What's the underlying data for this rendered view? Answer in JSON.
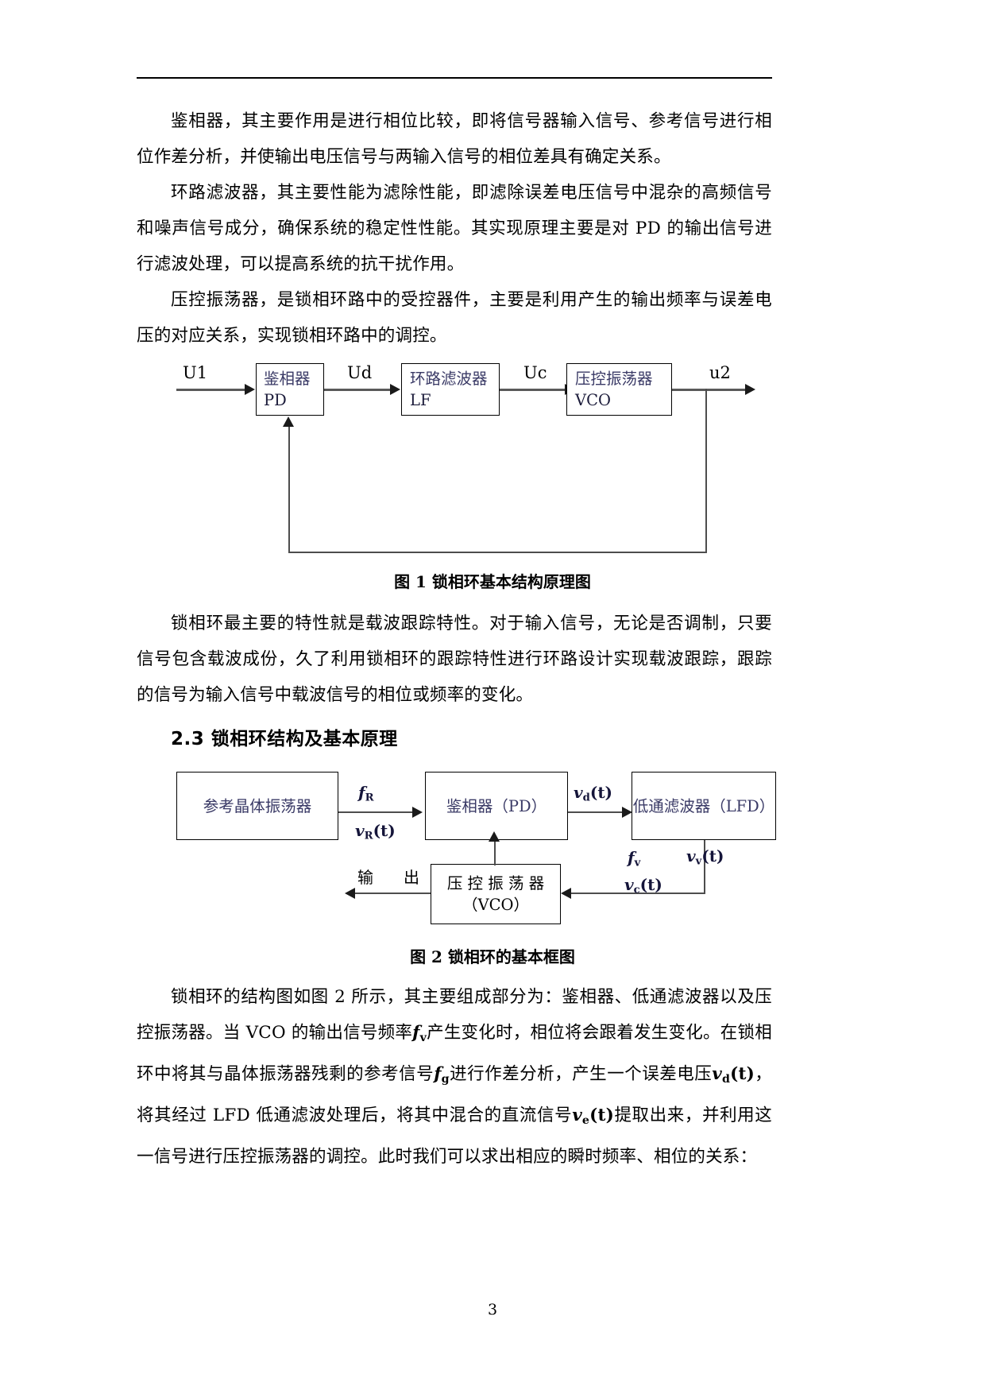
{
  "document": {
    "page_number": "3",
    "paragraphs": [
      "鉴相器，其主要作用是进行相位比较，即将信号器输入信号、参考信号进行相位作差分析，并使输出电压信号与两输入信号的相位差具有确定关系。",
      "环路滤波器，其主要性能为滤除性能，即滤除误差电压信号中混杂的高频信号和噪声信号成分，确保系统的稳定性性能。其实现原理主要是对 PD 的输出信号进行滤波处理，可以提高系统的抗干扰作用。",
      "压控振荡器，是锁相环路中的受控器件，主要是利用产生的输出频率与误差电压的对应关系，实现锁相环路中的调控。"
    ],
    "paragraph_after_fig1": "锁相环最主要的特性就是载波跟踪特性。对于输入信号，无论是否调制，只要信号包含载波成份，久了利用锁相环的跟踪特性进行环路设计实现载波跟踪，跟踪的信号为输入信号中载波信号的相位或频率的变化。",
    "section_heading": "2.3 锁相环结构及基本原理",
    "figure1_caption": "图 1 锁相环基本结构原理图",
    "figure2_caption": "图 2 锁相环的基本框图",
    "final_paragraph_parts": {
      "p1": "锁相环的结构图如图 2 所示，其主要组成部分为：鉴相器、低通滤波器以及压控振荡器。当 VCO 的输出信号频率",
      "m1_base": "f",
      "m1_sub": "v",
      "p2": "产生变化时，相位将会跟着发生变化。在锁相环中将其与晶体振荡器残剩的参考信号",
      "m2_base": "f",
      "m2_sub": "g",
      "p3": "进行作差分析，产生一个误差电压",
      "m3_base": "v",
      "m3_sub": "d",
      "m3_arg": "(t)",
      "p4": "，将其经过 LFD 低通滤波处理后，将其中混合的直流信号",
      "m4_base": "v",
      "m4_sub": "e",
      "m4_arg": "(t)",
      "p5": "提取出来，并利用这一信号进行压控振荡器的调控。此时我们可以求出相应的瞬时频率、相位的关系："
    }
  },
  "figure1": {
    "boxes": [
      {
        "cn": "鉴相器",
        "ascii": "PD"
      },
      {
        "cn": "环路滤波器",
        "ascii": "LF"
      },
      {
        "cn": "压控振荡器",
        "ascii": "VCO"
      }
    ],
    "signals": {
      "input": "U1",
      "pd_to_lf": "Ud",
      "lf_to_vco": "Uc",
      "output": "u2"
    }
  },
  "figure2": {
    "boxes": {
      "reference": "参考晶体振荡器",
      "phase_detector": "鉴相器（PD）",
      "low_pass": "低通滤波器（LFD）",
      "vco_line1": "压 控 振 荡 器",
      "vco_line2": "（VCO）"
    },
    "labels": {
      "output": "输　出",
      "fR_base": "f",
      "fR_sub": "R",
      "vRt_base": "v",
      "vRt_sub": "R",
      "vRt_arg": "(t)",
      "vdt_base": "v",
      "vdt_sub": "d",
      "vdt_arg": "(t)",
      "vvt_base": "v",
      "vvt_sub": "v",
      "vvt_arg": "(t)",
      "fv_base": "f",
      "fv_sub": "v",
      "vct_base": "v",
      "vct_sub": "c",
      "vct_arg": "(t)"
    }
  },
  "colors": {
    "text": "#000000",
    "diagram_cn": "#3a3a66",
    "diagram_line": "#5a5a5a",
    "rule": "#000000"
  }
}
